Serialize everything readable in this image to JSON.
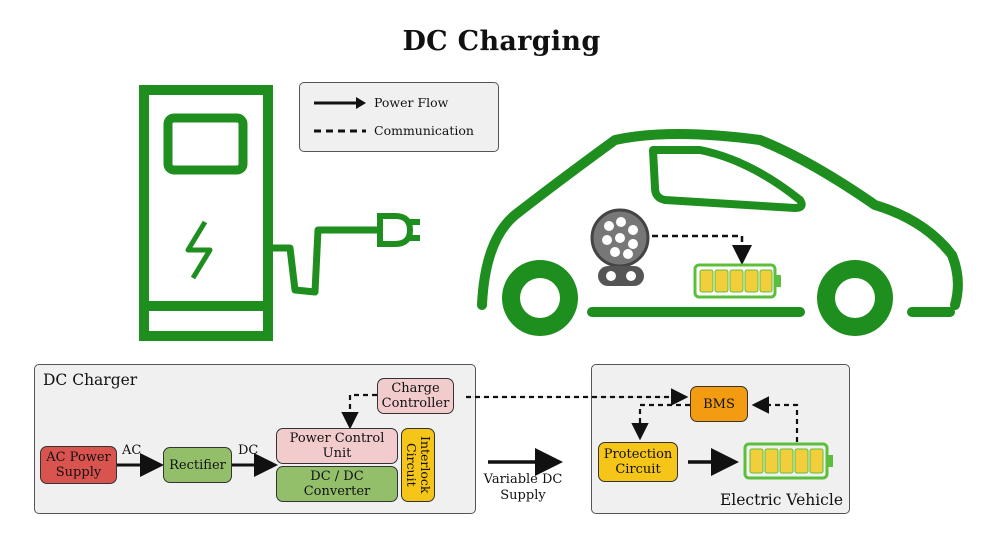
{
  "title": "DC Charging",
  "legend": {
    "power_flow": "Power Flow",
    "communication": "Communication"
  },
  "charger_panel": {
    "title": "DC Charger",
    "ac_power_supply": "AC Power Supply",
    "ac_label": "AC",
    "rectifier": "Rectifier",
    "dc_label": "DC",
    "power_control_unit": "Power Control Unit",
    "dc_dc_converter": "DC / DC Converter",
    "interlock_circuit": "Interlock Circuit",
    "charge_controller": "Charge Controller"
  },
  "variable_supply": "Variable DC Supply",
  "vehicle_panel": {
    "title": "Electric Vehicle",
    "bms": "BMS",
    "protection_circuit": "Protection Circuit"
  },
  "colors": {
    "illustration_green": "#1e8e1e",
    "battery_yellow": "#f2cf3a",
    "battery_green": "#5cbf3b",
    "ac_supply_red": "#d9534f",
    "rectifier_green": "#93bf6b",
    "controller_pink": "#f2cccc",
    "interlock_yellow": "#f5c518",
    "bms_orange": "#f39c12"
  }
}
